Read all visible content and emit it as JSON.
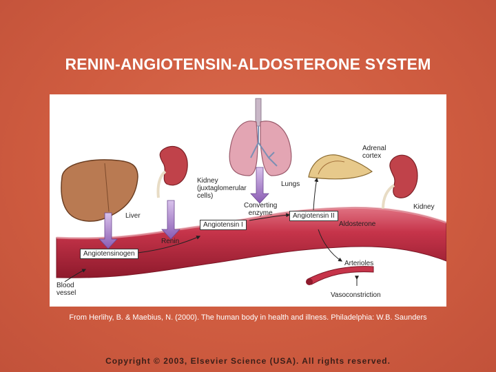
{
  "slide": {
    "title": "RENIN-ANGIOTENSIN-ALDOSTERONE SYSTEM",
    "caption": "From Herlihy, B. & Maebius, N. (2000). The human body in health and illness. Philadelphia: W.B. Saunders",
    "copyright": "Copyright © 2003, Elsevier Science (USA). All rights reserved."
  },
  "diagram": {
    "liver_label": "Liver",
    "kidney_jg_label": "Kidney\n(juxtaglomerular\ncells)",
    "lungs_label": "Lungs",
    "adrenal_label": "Adrenal\ncortex",
    "kidney_label": "Kidney",
    "renin_label": "Renin",
    "converting_enzyme_label": "Converting\nenzyme",
    "angiotensin_i_label": "Angiotensin I",
    "angiotensin_ii_label": "Angiotensin II",
    "aldosterone_label": "Aldosterone",
    "angiotensinogen_label": "Angiotensinogen",
    "arterioles_label": "Arterioles",
    "blood_vessel_label": "Blood\nvessel",
    "vasoconstriction_label": "Vasoconstriction"
  },
  "colors": {
    "background": "#d25f44",
    "vessel": "#b8283a",
    "arrow_purple": "#9b6fc0"
  }
}
